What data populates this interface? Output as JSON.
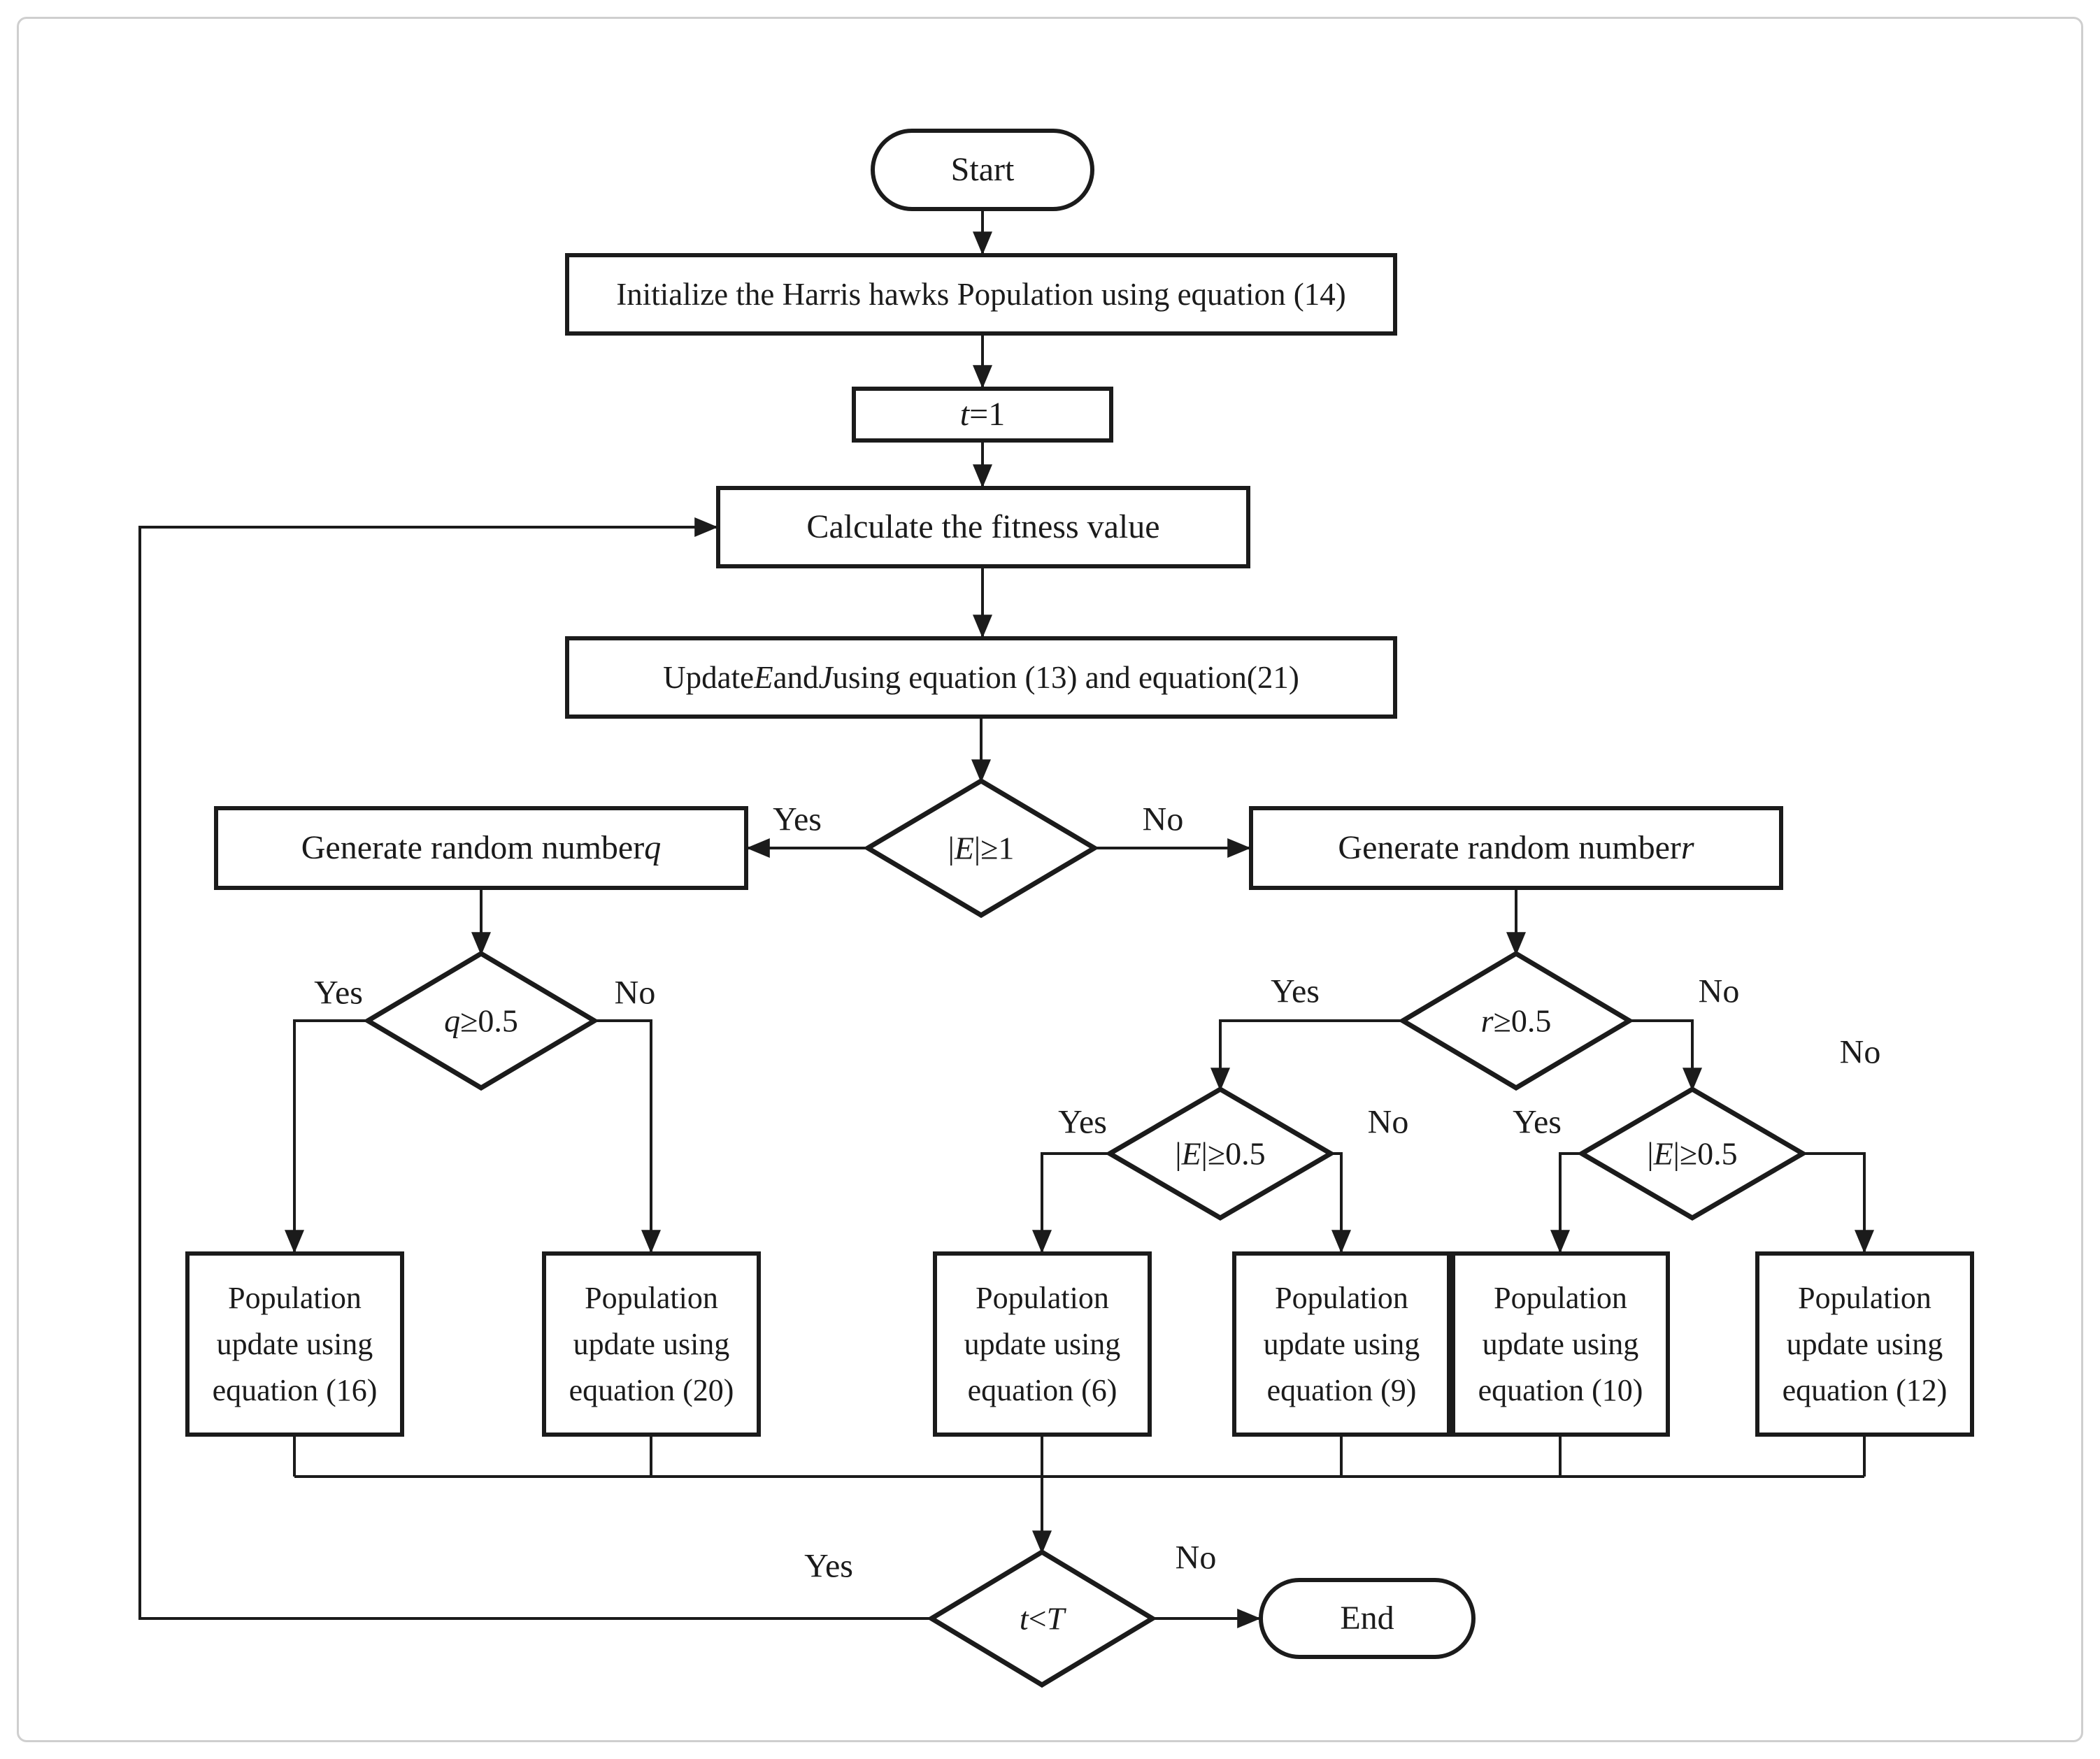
{
  "colors": {
    "ink": "#1b1b1b",
    "frame_border": "#cfcfcf",
    "background": "#ffffff"
  },
  "nodes": {
    "start": {
      "label": "Start"
    },
    "init": {
      "label": "Initialize the Harris hawks Population using equation (14)"
    },
    "t1": {
      "parts": [
        {
          "t": "t",
          "i": true
        },
        {
          "t": "=1"
        }
      ]
    },
    "calc": {
      "label": "Calculate the fitness value"
    },
    "update": {
      "parts": [
        {
          "t": "Update "
        },
        {
          "t": "E",
          "i": true
        },
        {
          "t": " and "
        },
        {
          "t": "J",
          "i": true
        },
        {
          "t": " using equation (13) and equation(21)"
        }
      ]
    },
    "e_ge_1": {
      "parts": [
        {
          "t": "|"
        },
        {
          "t": "E",
          "i": true
        },
        {
          "t": "|≥1"
        }
      ]
    },
    "gen_q": {
      "parts": [
        {
          "t": "Generate random number "
        },
        {
          "t": "q",
          "i": true
        }
      ]
    },
    "gen_r": {
      "parts": [
        {
          "t": "Generate random number "
        },
        {
          "t": "r",
          "i": true
        }
      ]
    },
    "q_ge_05": {
      "parts": [
        {
          "t": "q",
          "i": true
        },
        {
          "t": "≥0.5"
        }
      ]
    },
    "r_ge_05": {
      "parts": [
        {
          "t": "r",
          "i": true
        },
        {
          "t": "≥0.5"
        }
      ]
    },
    "e_ge_05_left": {
      "parts": [
        {
          "t": "|"
        },
        {
          "t": "E",
          "i": true
        },
        {
          "t": "|≥0.5"
        }
      ]
    },
    "e_ge_05_right": {
      "parts": [
        {
          "t": "|"
        },
        {
          "t": "E",
          "i": true
        },
        {
          "t": "|≥0.5"
        }
      ]
    },
    "pop16": {
      "label": "Population update using equation (16)"
    },
    "pop20": {
      "label": "Population update using equation (20)"
    },
    "pop6": {
      "label": "Population update using equation (6)"
    },
    "pop9": {
      "label": "Population update using equation (9)"
    },
    "pop10": {
      "label": "Population update using equation (10)"
    },
    "pop12": {
      "label": "Population update using equation (12)"
    },
    "t_lt_T": {
      "parts": [
        {
          "t": "t",
          "i": true
        },
        {
          "t": "<"
        },
        {
          "t": "T",
          "i": true
        }
      ]
    },
    "end": {
      "label": "End"
    }
  },
  "edge_labels": {
    "e1_yes": "Yes",
    "e1_no": "No",
    "q_yes": "Yes",
    "q_no": "No",
    "r_yes": "Yes",
    "r_no": "No",
    "ea_yes": "Yes",
    "ea_no": "No",
    "eb_yes": "Yes",
    "eb_no": "No",
    "t_yes": "Yes",
    "t_no": "No"
  }
}
